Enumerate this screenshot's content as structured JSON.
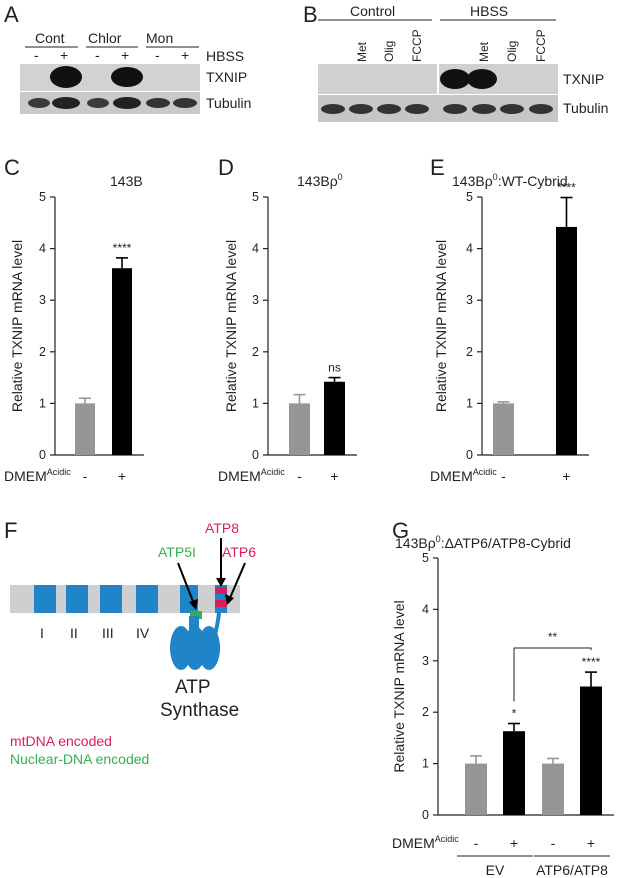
{
  "colors": {
    "grey_bar": "#969696",
    "black_bar": "#000000",
    "mito_membrane": "#cfcfcf",
    "complex_blue": "#1f84c8",
    "mtDNA_red": "#d81e5b",
    "nuclear_green": "#33b24c"
  },
  "panel_A": {
    "letter": "A",
    "groups": [
      "Cont",
      "Chlor",
      "Mon"
    ],
    "minus": "-",
    "plus": "+",
    "condition": "HBSS",
    "rows": [
      "TXNIP",
      "Tubulin"
    ]
  },
  "panel_B": {
    "letter": "B",
    "groups": [
      "Control",
      "HBSS"
    ],
    "lanes": [
      "Met",
      "Olig",
      "FCCP"
    ],
    "rows": [
      "TXNIP",
      "Tubulin"
    ]
  },
  "panel_F": {
    "letter": "F",
    "complexes": [
      "I",
      "II",
      "III",
      "IV"
    ],
    "atp8": "ATP8",
    "atp6": "ATP6",
    "atp5i": "ATP5I",
    "synthase_line1": "ATP",
    "synthase_line2": "Synthase",
    "legend_mt": "mtDNA encoded",
    "legend_nuc": "Nuclear-DNA encoded"
  },
  "chart_data": [
    {
      "id": "C",
      "type": "bar",
      "title": "143B",
      "ylabel": "Relative TXNIP mRNA level",
      "ylim": [
        0,
        5
      ],
      "yticks": [
        0,
        1,
        2,
        3,
        4,
        5
      ],
      "xlabel": "DMEM",
      "xlabel_sup": "Acidic",
      "categories": [
        "-",
        "+"
      ],
      "values": [
        1.0,
        3.62
      ],
      "errors": [
        0.1,
        0.2
      ],
      "significance": [
        "",
        "****"
      ]
    },
    {
      "id": "D",
      "type": "bar",
      "title": "143Bρ",
      "title_sup": "0",
      "ylabel": "Relative TXNIP mRNA level",
      "ylim": [
        0,
        5
      ],
      "yticks": [
        0,
        1,
        2,
        3,
        4,
        5
      ],
      "xlabel": "DMEM",
      "xlabel_sup": "Acidic",
      "categories": [
        "-",
        "+"
      ],
      "values": [
        1.0,
        1.42
      ],
      "errors": [
        0.17,
        0.08
      ],
      "significance": [
        "",
        "ns"
      ]
    },
    {
      "id": "E",
      "type": "bar",
      "title": "143Bρ",
      "title_sup": "0",
      "title_rest": ":WT-Cybrid",
      "ylabel": "Relative TXNIP mRNA level",
      "ylim": [
        0,
        5
      ],
      "yticks": [
        0,
        1,
        2,
        3,
        4,
        5
      ],
      "xlabel": "DMEM",
      "xlabel_sup": "Acidic",
      "categories": [
        "-",
        "+"
      ],
      "values": [
        1.0,
        4.42
      ],
      "errors": [
        0.03,
        0.57
      ],
      "significance": [
        "",
        "****"
      ]
    },
    {
      "id": "G",
      "type": "bar",
      "title": "143Bρ",
      "title_sup": "0",
      "title_rest": ":ΔATP6/ATP8-Cybrid",
      "ylabel": "Relative TXNIP mRNA level",
      "ylim": [
        0,
        5
      ],
      "yticks": [
        0,
        1,
        2,
        3,
        4,
        5
      ],
      "xlabel": "DMEM",
      "xlabel_sup": "Acidic",
      "categories": [
        "-",
        "+",
        "-",
        "+"
      ],
      "groups": [
        "EV",
        "ATP6/ATP8"
      ],
      "values": [
        1.0,
        1.63,
        1.0,
        2.5
      ],
      "errors": [
        0.15,
        0.15,
        0.1,
        0.28
      ],
      "significance": [
        "",
        "*",
        "",
        "****"
      ],
      "bracket": "**"
    }
  ]
}
